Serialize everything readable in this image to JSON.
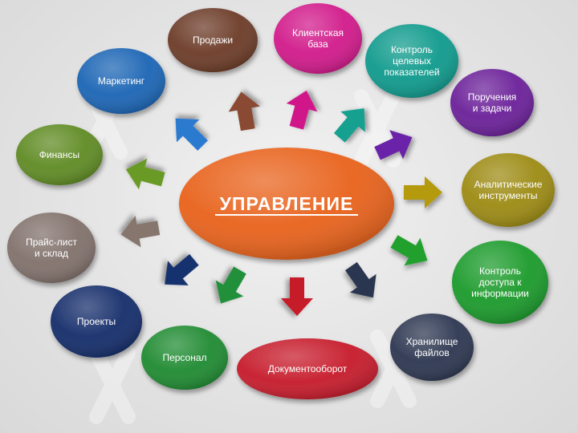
{
  "center": {
    "label": "УПРАВЛЕНИЕ",
    "color": "#e8611a"
  },
  "nodes": [
    {
      "id": "prodazhi",
      "lines": [
        "Продажи"
      ],
      "color": "#6b3a26"
    },
    {
      "id": "klienty",
      "lines": [
        "Клиентская",
        "база"
      ],
      "color": "#d1198a"
    },
    {
      "id": "kpi",
      "lines": [
        "Контроль",
        "целевых",
        "показателей"
      ],
      "color": "#0f9a8c"
    },
    {
      "id": "porucheniya",
      "lines": [
        "Поручения",
        "и задачи"
      ],
      "color": "#6a1f98"
    },
    {
      "id": "analitika",
      "lines": [
        "Аналитические",
        "инструменты"
      ],
      "color": "#9c8a12"
    },
    {
      "id": "dostup",
      "lines": [
        "Контроль",
        "доступа к",
        "информации"
      ],
      "color": "#1a9a2a"
    },
    {
      "id": "hranilishe",
      "lines": [
        "Хранилище",
        "файлов"
      ],
      "color": "#2c3650"
    },
    {
      "id": "dokumenty",
      "lines": [
        "Документооборот"
      ],
      "color": "#c61a2a"
    },
    {
      "id": "personal",
      "lines": [
        "Персонал"
      ],
      "color": "#1e8a30"
    },
    {
      "id": "proekty",
      "lines": [
        "Проекты"
      ],
      "color": "#142c6a"
    },
    {
      "id": "prais",
      "lines": [
        "Прайс-лист",
        "и склад"
      ],
      "color": "#80706a"
    },
    {
      "id": "finansy",
      "lines": [
        "Финансы"
      ],
      "color": "#5e8a22"
    },
    {
      "id": "marketing",
      "lines": [
        "Маркетинг"
      ],
      "color": "#1a64b4"
    }
  ],
  "arrows": [
    {
      "target": "prodazhi",
      "color": "#8a4830"
    },
    {
      "target": "klienty",
      "color": "#d1198a"
    },
    {
      "target": "kpi",
      "color": "#12a090"
    },
    {
      "target": "porucheniya",
      "color": "#6a24a8"
    },
    {
      "target": "analitika",
      "color": "#b59a10"
    },
    {
      "target": "dostup",
      "color": "#22a02e"
    },
    {
      "target": "hranilishe",
      "color": "#2c3650"
    },
    {
      "target": "dokumenty",
      "color": "#c61a2a"
    },
    {
      "target": "personal",
      "color": "#22903a"
    },
    {
      "target": "proekty",
      "color": "#18306e"
    },
    {
      "target": "prais",
      "color": "#86766e"
    },
    {
      "target": "finansy",
      "color": "#6a9a28"
    },
    {
      "target": "marketing",
      "color": "#2a7ad0"
    }
  ]
}
